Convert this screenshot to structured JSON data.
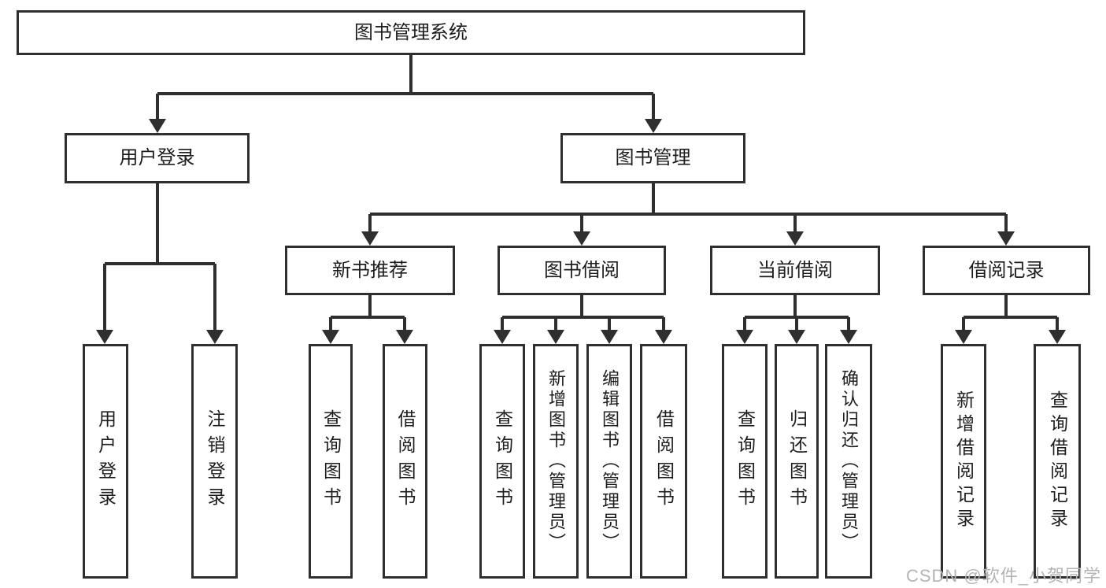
{
  "tree": {
    "label": "图书管理系统",
    "children": [
      {
        "label": "用户登录",
        "children": [
          {
            "label": "用户登录"
          },
          {
            "label": "注销登录"
          }
        ]
      },
      {
        "label": "图书管理",
        "children": [
          {
            "label": "新书推荐",
            "children": [
              {
                "label": "查询图书"
              },
              {
                "label": "借阅图书"
              }
            ]
          },
          {
            "label": "图书借阅",
            "children": [
              {
                "label": "查询图书"
              },
              {
                "label": "新增图书（管理员）"
              },
              {
                "label": "编辑图书（管理员）"
              },
              {
                "label": "借阅图书"
              }
            ]
          },
          {
            "label": "当前借阅",
            "children": [
              {
                "label": "查询图书"
              },
              {
                "label": "归还图书"
              },
              {
                "label": "确认归还（管理员）"
              }
            ]
          },
          {
            "label": "借阅记录",
            "children": [
              {
                "label": "新增借阅记录"
              },
              {
                "label": "查询借阅记录"
              }
            ]
          }
        ]
      }
    ]
  },
  "watermark": {
    "text": "CSDN @软件_小贺同学"
  },
  "colors": {
    "line": "#2f2f2f",
    "text": "#1d1d1d",
    "watermark_gray": "#b4b4b4",
    "background": "#ffffff"
  }
}
